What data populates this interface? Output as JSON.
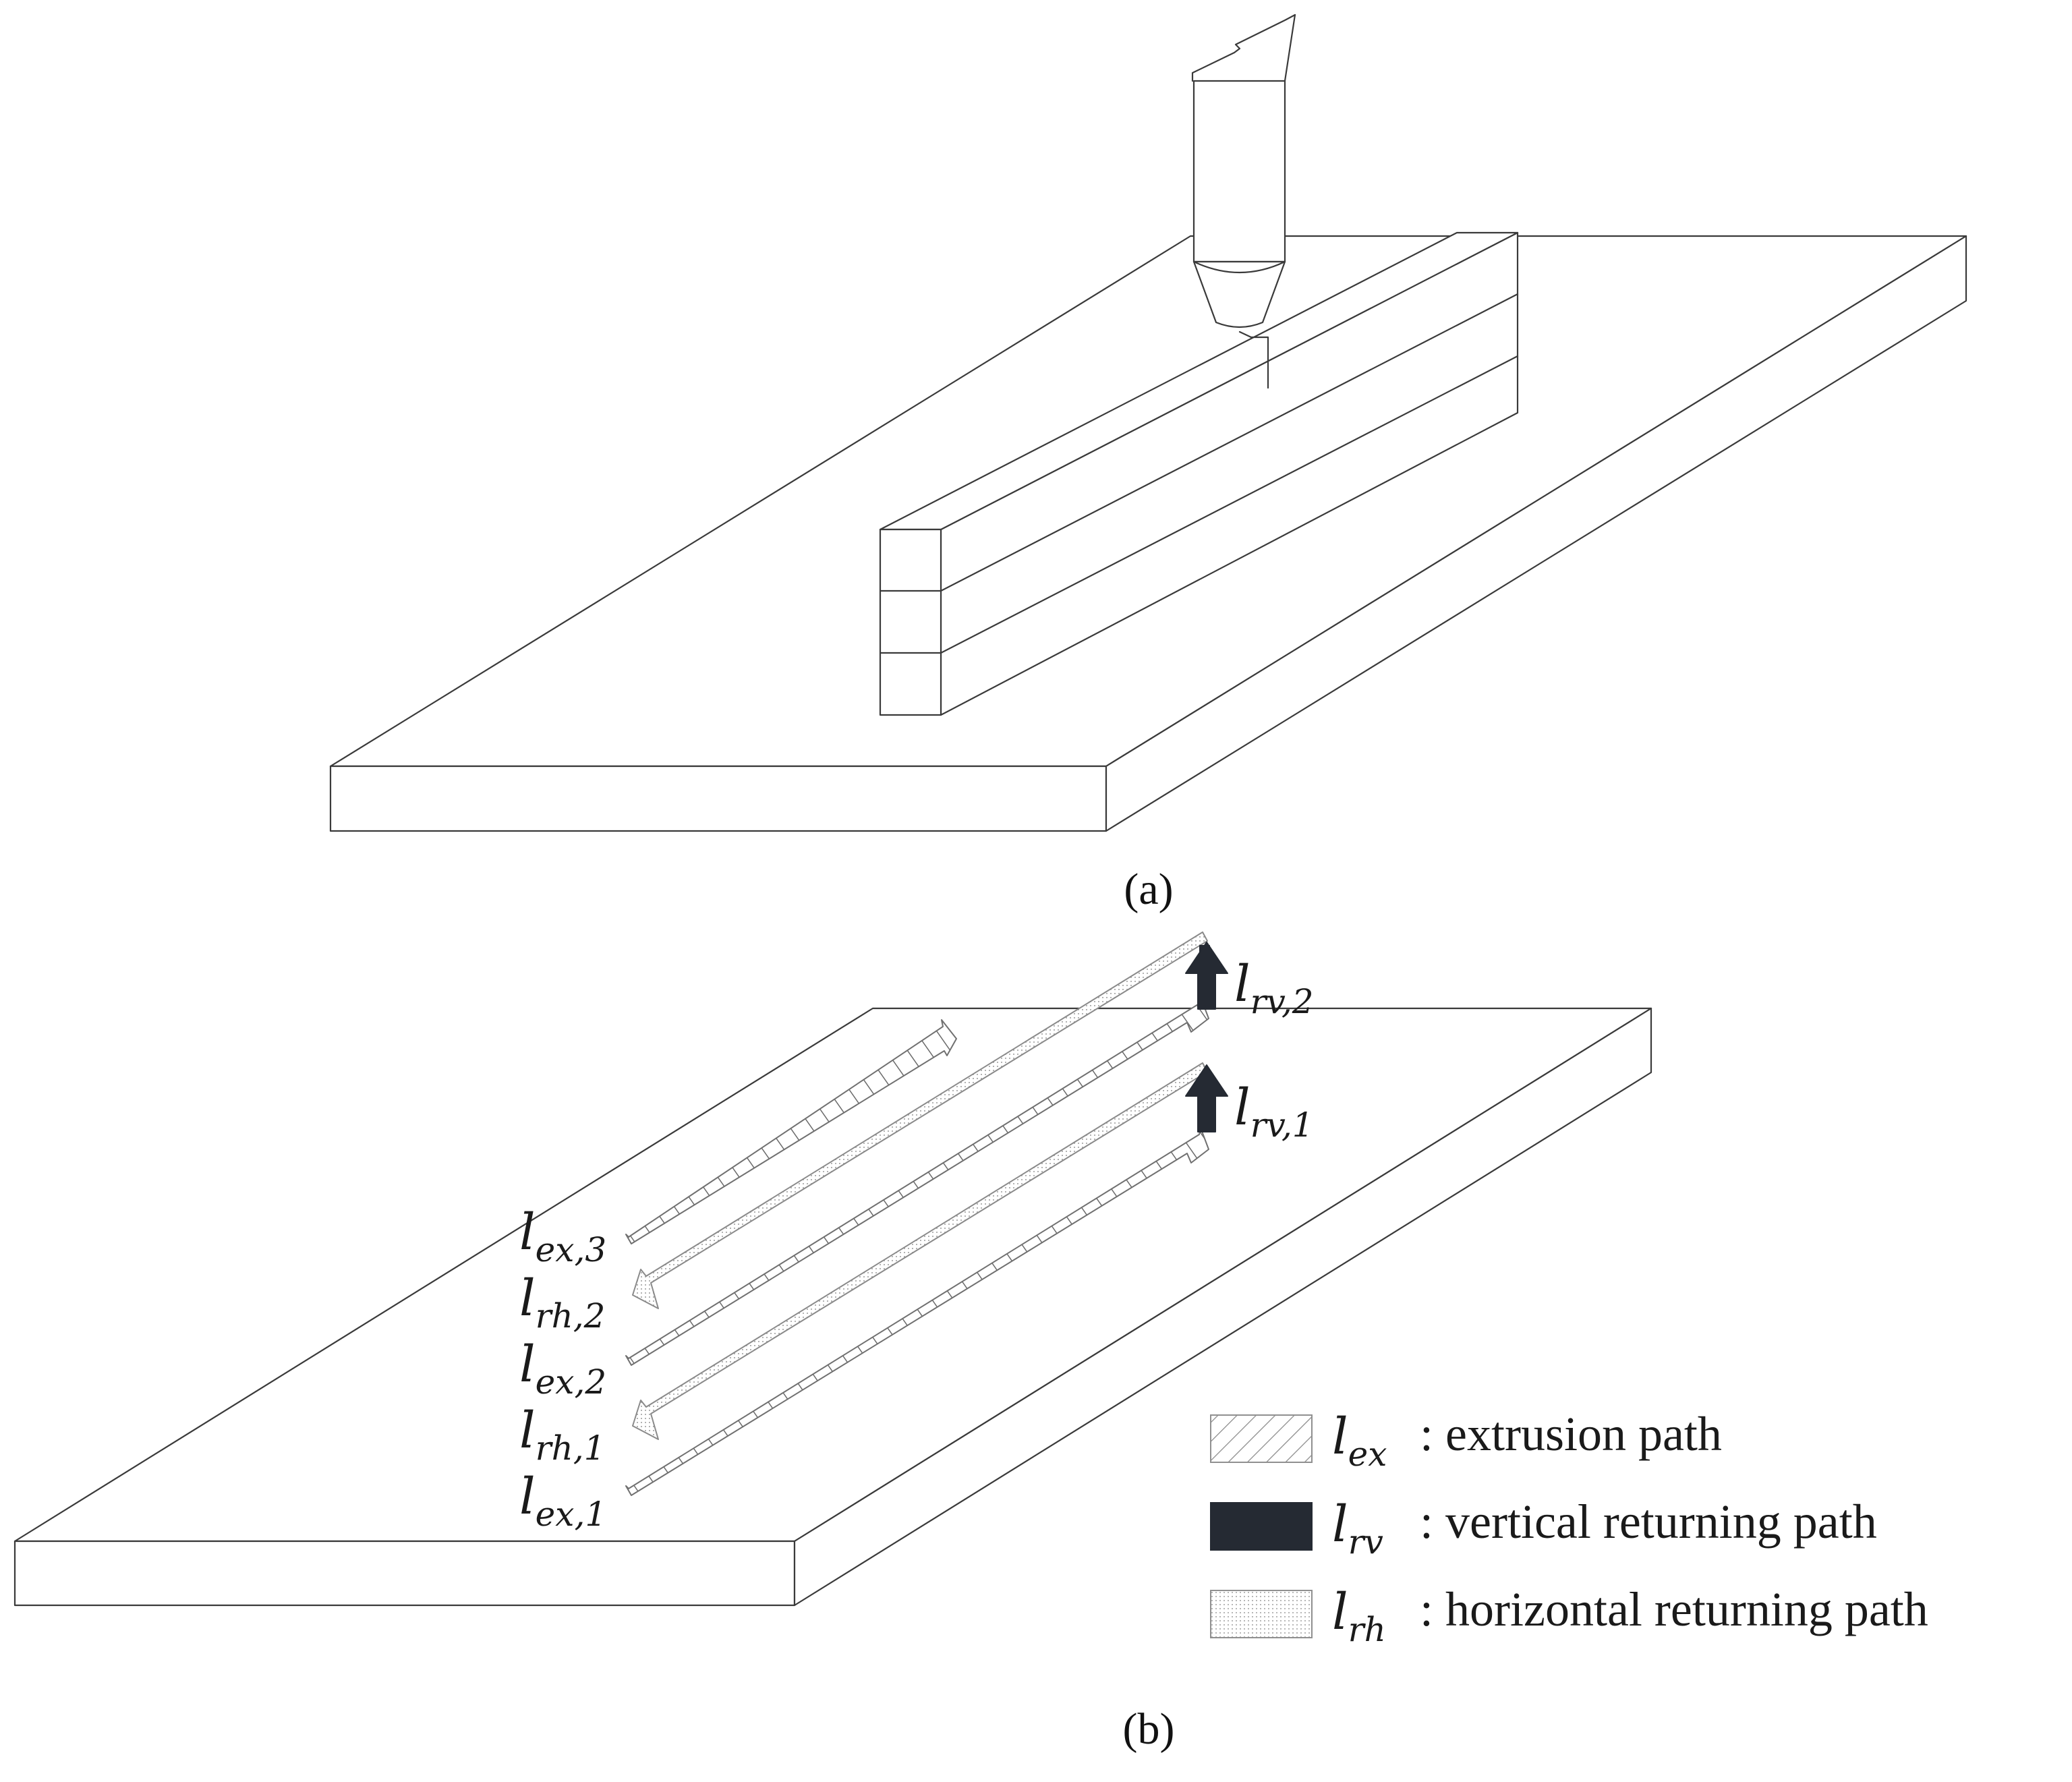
{
  "panels": {
    "a": {
      "label": "(a)"
    },
    "b": {
      "label": "(b)"
    }
  },
  "path_labels": [
    {
      "id": "rv2",
      "main": "l",
      "sub": "rv,2"
    },
    {
      "id": "rv1",
      "main": "l",
      "sub": "rv,1"
    },
    {
      "id": "ex3",
      "main": "l",
      "sub": "ex,3"
    },
    {
      "id": "rh2",
      "main": "l",
      "sub": "rh,2"
    },
    {
      "id": "ex2",
      "main": "l",
      "sub": "ex,2"
    },
    {
      "id": "rh1",
      "main": "l",
      "sub": "rh,1"
    },
    {
      "id": "ex1",
      "main": "l",
      "sub": "ex,1"
    }
  ],
  "legend": [
    {
      "symbol": "l",
      "sub": "ex",
      "text": ": extrusion path",
      "style": "hatched"
    },
    {
      "symbol": "l",
      "sub": "rv",
      "text": ": vertical returning path",
      "style": "solid-dark"
    },
    {
      "symbol": "l",
      "sub": "rh",
      "text": ": horizontal returning path",
      "style": "dotted"
    }
  ],
  "colors": {
    "outline": "#3a3a3a",
    "vertical_path": "#252a33",
    "hatch": "#707070",
    "dots": "#9a9a9a"
  }
}
